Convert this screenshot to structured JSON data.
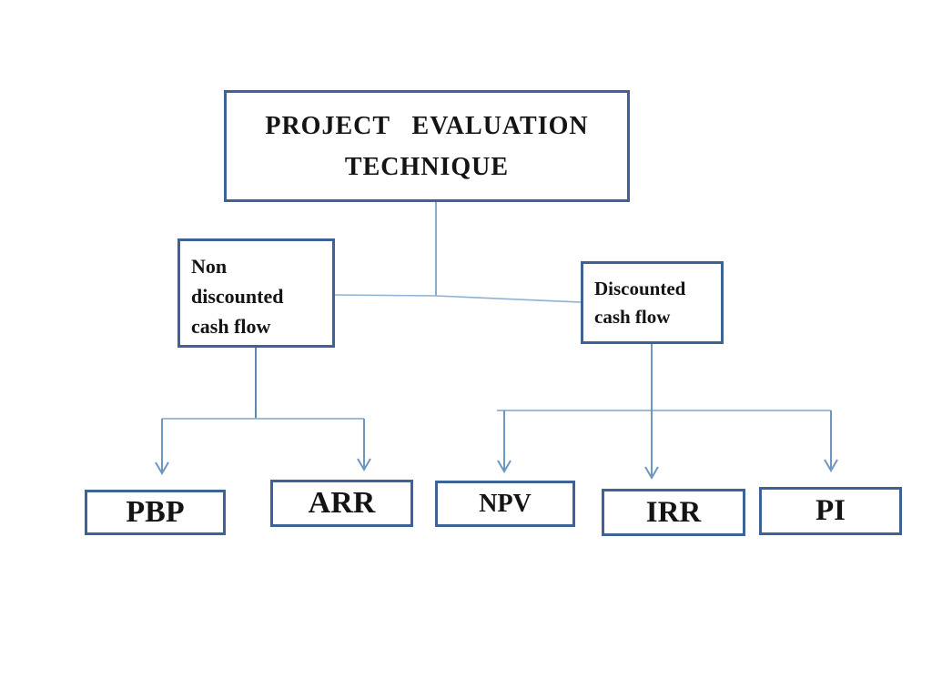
{
  "diagram": {
    "title": {
      "line1": "PROJECT EVALUATION",
      "line2": "TECHNIQUE"
    },
    "nodes": {
      "non_discounted": {
        "label": "Non discounted cash flow"
      },
      "discounted": {
        "label": "Discounted cash flow"
      },
      "pbp": {
        "label": "PBP"
      },
      "arr": {
        "label": "ARR"
      },
      "npv": {
        "label": "NPV"
      },
      "irr": {
        "label": "IRR"
      },
      "pi": {
        "label": "PI"
      }
    },
    "colors": {
      "box_border": "#3d6295",
      "connector_dark": "#4e79a6",
      "connector_light": "#8fb2d2",
      "arrow": "#6d97c1",
      "text": "#141414",
      "background": "#ffffff"
    }
  }
}
